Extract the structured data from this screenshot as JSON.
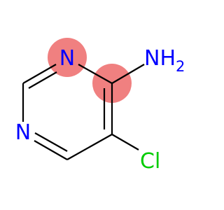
{
  "molecule": {
    "atoms": {
      "n1": {
        "label": "N",
        "color": "#0000ff"
      },
      "n3": {
        "label": "N",
        "color": "#0000ff"
      },
      "amino": {
        "label": "NH",
        "subscript": "2",
        "color": "#0000ff"
      },
      "cl": {
        "label": "Cl",
        "color": "#00cc00"
      }
    },
    "highlight_color": "#f08080"
  }
}
